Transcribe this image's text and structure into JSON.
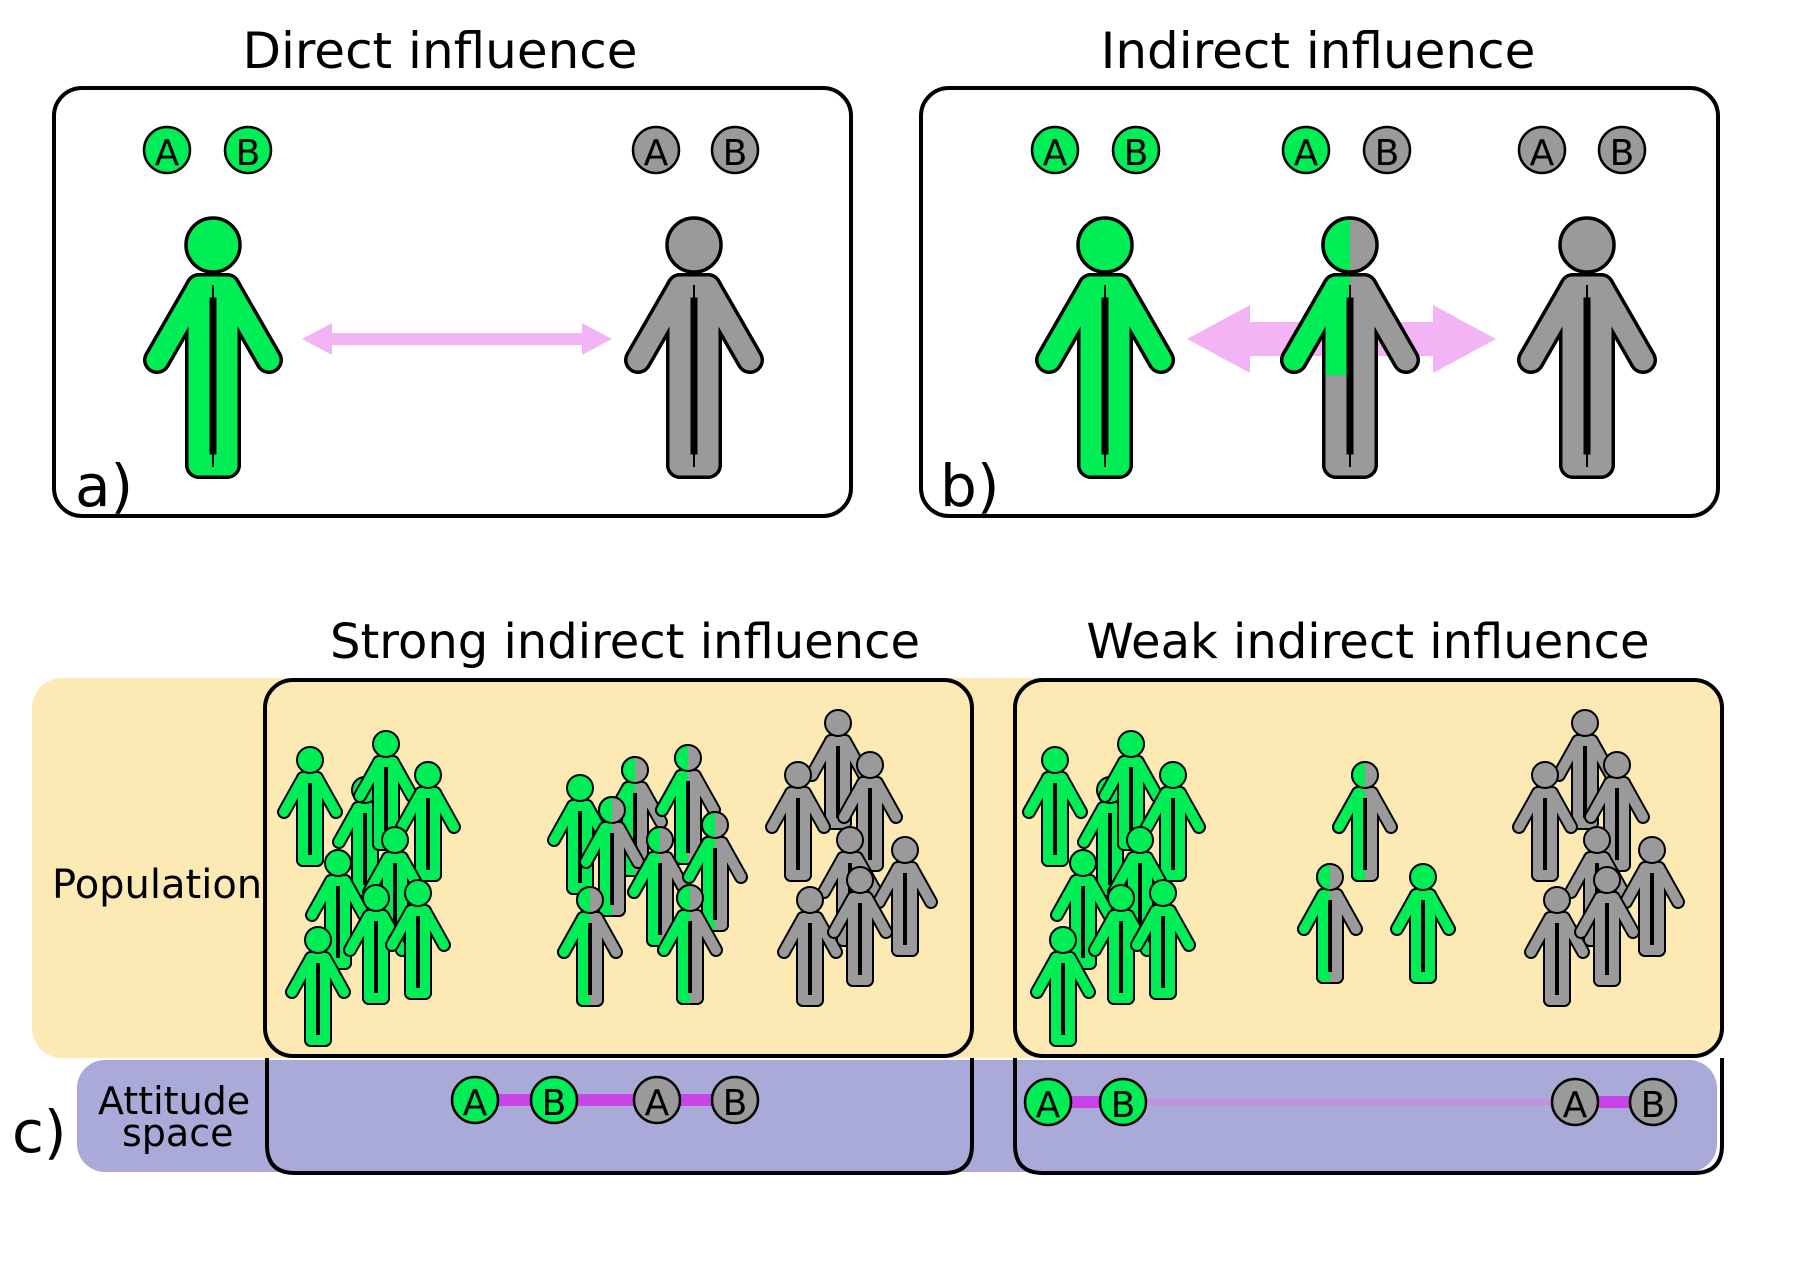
{
  "panel_a": {
    "title": "Direct influence",
    "label": "a)",
    "left_badges": [
      "A",
      "B"
    ],
    "right_badges": [
      "A",
      "B"
    ]
  },
  "panel_b": {
    "title": "Indirect influence",
    "label": "b)",
    "badges": [
      [
        "A",
        "B"
      ],
      [
        "A",
        "B"
      ],
      [
        "A",
        "B"
      ]
    ]
  },
  "panel_c": {
    "label": "c)",
    "row_population": "Population",
    "row_attitude_line1": "Attitude",
    "row_attitude_line2": "space",
    "strong": {
      "title": "Strong indirect influence",
      "badges": [
        "A",
        "B",
        "A",
        "B"
      ]
    },
    "weak": {
      "title": "Weak indirect influence",
      "badges": [
        "A",
        "B",
        "A",
        "B"
      ]
    }
  },
  "colors": {
    "green": "#00ee55",
    "gray": "#9a9a9a",
    "pink_arrow": "#f2b4f5",
    "purple_line": "#c844e6",
    "purple_faint": "#c68ee0",
    "population_band": "#fde9b3",
    "attitude_band": "#aaaad8"
  }
}
